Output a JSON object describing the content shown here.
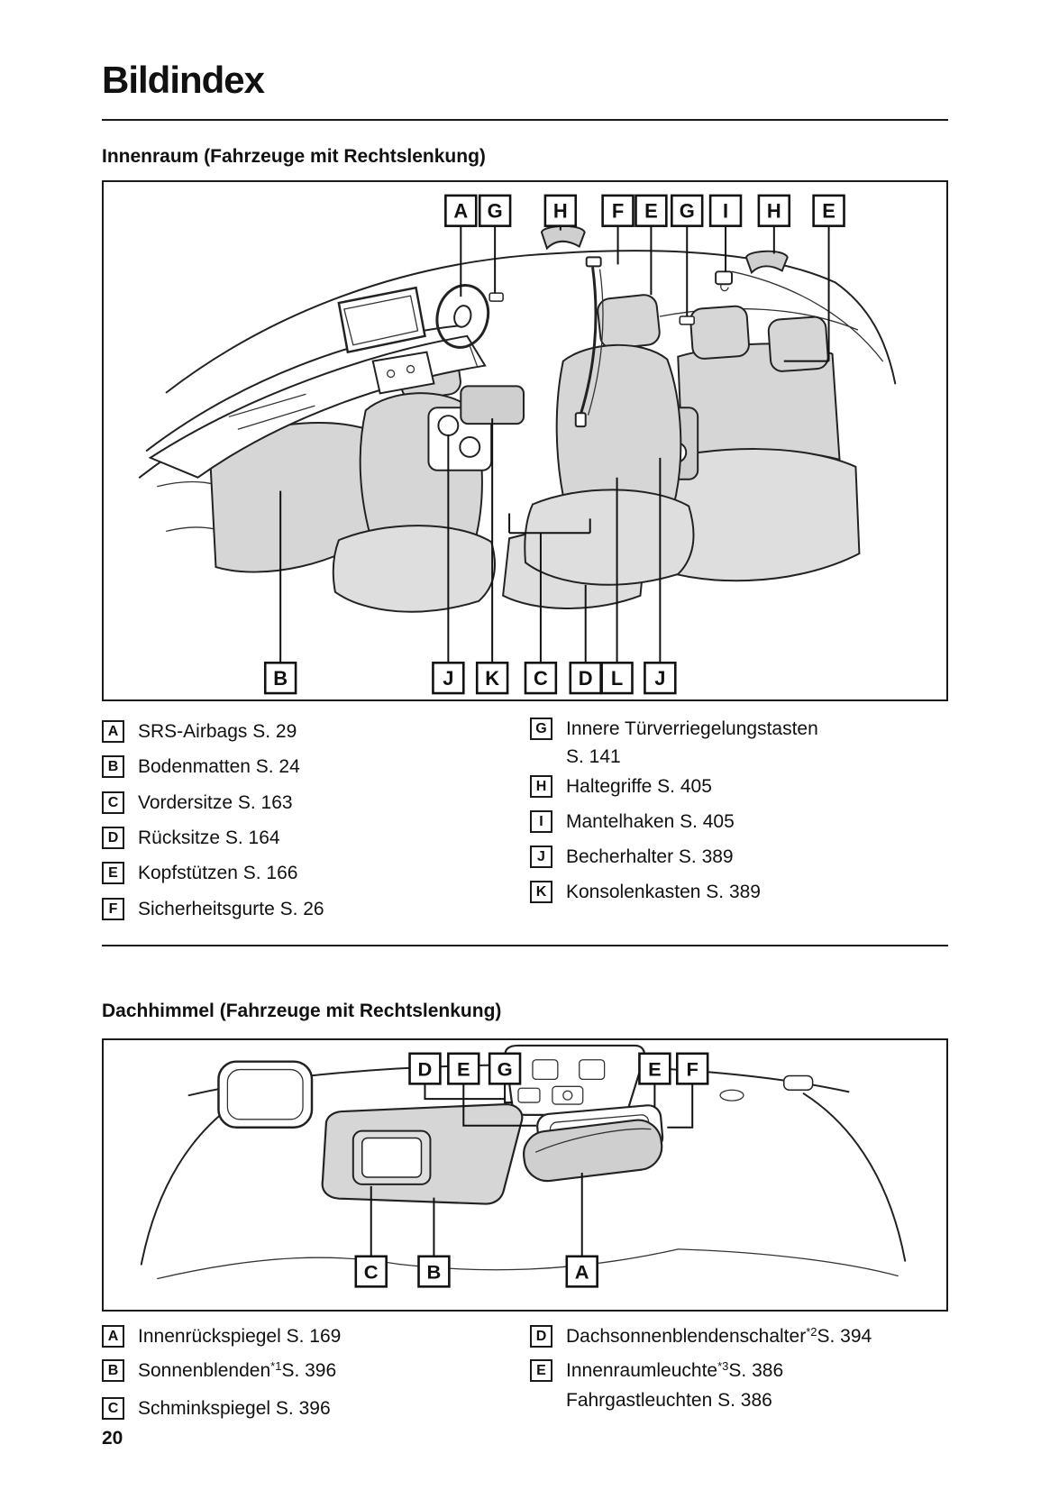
{
  "page": {
    "title": "Bildindex",
    "number": "20"
  },
  "colors": {
    "ink": "#1a1a1a",
    "drawing_gray": "#d6d6d6"
  },
  "sections": [
    {
      "heading": "Innenraum (Fahrzeuge mit Rechtslenkung)",
      "callouts_top": [
        "A",
        "G",
        "H",
        "F",
        "E",
        "G",
        "I",
        "H",
        "E"
      ],
      "callouts_bottom": [
        "B",
        "J",
        "K",
        "C",
        "D",
        "L",
        "J"
      ],
      "legend_left": [
        {
          "key": "A",
          "text": "SRS-Airbags S. 29"
        },
        {
          "key": "B",
          "text": "Bodenmatten S. 24"
        },
        {
          "key": "C",
          "text": "Vordersitze S. 163"
        },
        {
          "key": "D",
          "text": "Rücksitze S. 164"
        },
        {
          "key": "E",
          "text": "Kopfstützen S. 166"
        },
        {
          "key": "F",
          "text": "Sicherheitsgurte S. 26"
        }
      ],
      "legend_right": [
        {
          "key": "G",
          "text": "Innere Türverriegelungstasten",
          "line2": "S. 141"
        },
        {
          "key": "H",
          "text": "Haltegriffe S. 405"
        },
        {
          "key": "I",
          "text": "Mantelhaken S. 405"
        },
        {
          "key": "J",
          "text": "Becherhalter S. 389"
        },
        {
          "key": "K",
          "text": "Konsolenkasten S. 389"
        }
      ]
    },
    {
      "heading": "Dachhimmel (Fahrzeuge mit Rechtslenkung)",
      "callouts_top": [
        "D",
        "E",
        "G",
        "E",
        "F"
      ],
      "callouts_bottom": [
        "C",
        "B",
        "A"
      ],
      "legend_left": [
        {
          "key": "A",
          "text": "Innenrückspiegel S. 169"
        },
        {
          "key": "B",
          "text": "Sonnenblenden",
          "sup": "*1",
          "post": "S. 396"
        },
        {
          "key": "C",
          "text": "Schminkspiegel S. 396"
        }
      ],
      "legend_right": [
        {
          "key": "D",
          "text": "Dachsonnenblendenschalter",
          "sup": "*2",
          "post": "S. 394"
        },
        {
          "key": "E",
          "text": "Innenraumleuchte",
          "sup": "*3",
          "post": "S. 386",
          "line2": "Fahrgastleuchten S. 386"
        }
      ]
    }
  ]
}
